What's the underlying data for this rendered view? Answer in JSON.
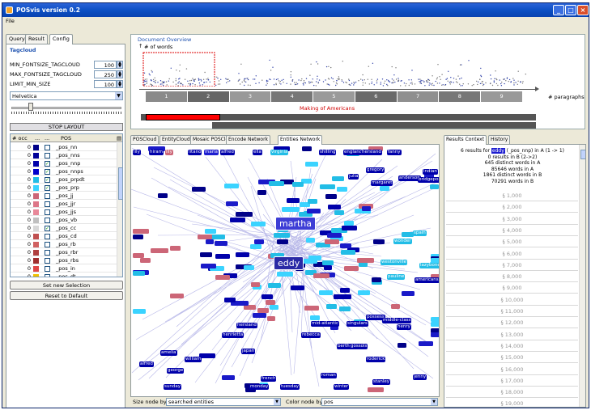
{
  "window": {
    "title": "POSvis version 0.2",
    "menu_file": "File"
  },
  "left": {
    "tabs": [
      "Query",
      "Result",
      "Config"
    ],
    "tagcloud_title": "Tagcloud",
    "settings": [
      {
        "label": "MIN_FONTSIZE_TAGCLOUD",
        "value": "100"
      },
      {
        "label": "MAX_FONTSIZE_TAGCLOUD",
        "value": "250"
      },
      {
        "label": "LIMIT_MIN_SIZE",
        "value": "100"
      }
    ],
    "font": "Helvetica",
    "stop_layout": "STOP LAYOUT",
    "columns": [
      "# occ",
      "...",
      "...",
      "POS",
      "▤"
    ],
    "rows": [
      {
        "occ": "0",
        "color": "#000088",
        "checked": false,
        "pos": "_pos_nn"
      },
      {
        "occ": "0",
        "color": "#000099",
        "checked": false,
        "pos": "_pos_nns"
      },
      {
        "occ": "0",
        "color": "#0000aa",
        "checked": true,
        "pos": "_pos_nnp"
      },
      {
        "occ": "0",
        "color": "#0000cc",
        "checked": true,
        "pos": "_pos_nnps"
      },
      {
        "occ": "0",
        "color": "#22bde6",
        "checked": true,
        "pos": "_pos_prpdt"
      },
      {
        "occ": "0",
        "color": "#3ad3ff",
        "checked": true,
        "pos": "_pos_prp"
      },
      {
        "occ": "0",
        "color": "#cc6677",
        "checked": false,
        "pos": "_pos_jj"
      },
      {
        "occ": "0",
        "color": "#dd7788",
        "checked": false,
        "pos": "_pos_jjr"
      },
      {
        "occ": "0",
        "color": "#e88899",
        "checked": false,
        "pos": "_pos_jjs"
      },
      {
        "occ": "0",
        "color": "#c0c0c0",
        "checked": false,
        "pos": "_pos_vb"
      },
      {
        "occ": "0",
        "color": "#d8d8d8",
        "checked": true,
        "pos": "_pos_cc"
      },
      {
        "occ": "0",
        "color": "#c05050",
        "checked": false,
        "pos": "_pos_cd"
      },
      {
        "occ": "0",
        "color": "#d06060",
        "checked": false,
        "pos": "_pos_rb"
      },
      {
        "occ": "0",
        "color": "#b04040",
        "checked": false,
        "pos": "_pos_rbr"
      },
      {
        "occ": "0",
        "color": "#a03030",
        "checked": false,
        "pos": "_pos_rbs"
      },
      {
        "occ": "0",
        "color": "#e04848",
        "checked": false,
        "pos": "_pos_in"
      },
      {
        "occ": "0",
        "color": "#f0c000",
        "checked": false,
        "pos": "_pos_dt"
      }
    ],
    "set_new_selection": "Set new Selection",
    "reset_default": "Reset to Default"
  },
  "overview": {
    "title": "Document Overview",
    "y_label": "# of words",
    "x_label": "# paragraphs",
    "book_title": "Making of Americans",
    "segments": [
      "1",
      "2",
      "3",
      "4",
      "5",
      "6",
      "7",
      "8",
      "9"
    ]
  },
  "center": {
    "tabs": [
      "POSCloud",
      "EntityCloud",
      "Mosaic POSCloud",
      "Encode Network",
      "Entities Network"
    ],
    "active_tab": 4,
    "size_label": "Size node by:",
    "size_value": "searched entities",
    "color_label": "Color node by:",
    "color_value": "pos",
    "labels": [
      {
        "t": "martha",
        "c": "#3e3ed6",
        "big": true
      },
      {
        "t": "eddy",
        "c": "#2a2aa6",
        "big": true
      },
      {
        "t": "lily",
        "c": "#0000aa"
      },
      {
        "t": "hiram",
        "c": "#0000aa"
      },
      {
        "t": "lily",
        "c": "#cc6677"
      },
      {
        "t": "litano",
        "c": "#0000aa"
      },
      {
        "t": "maria",
        "c": "#1d1dd0"
      },
      {
        "t": "alfred",
        "c": "#0000aa"
      },
      {
        "t": "ella",
        "c": "#0000aa"
      },
      {
        "t": "virginia",
        "c": "#22bde6"
      },
      {
        "t": "shilling",
        "c": "#0000aa"
      },
      {
        "t": "england",
        "c": "#0000aa"
      },
      {
        "t": "hersland",
        "c": "#0000aa"
      },
      {
        "t": "fanny",
        "c": "#0000aa"
      },
      {
        "t": "gregory",
        "c": "#0000aa"
      },
      {
        "t": "julia",
        "c": "#0000aa"
      },
      {
        "t": "indian",
        "c": "#0000aa"
      },
      {
        "t": "anderson",
        "c": "#0000aa"
      },
      {
        "t": "margaret",
        "c": "#0000aa"
      },
      {
        "t": "bridgepoint",
        "c": "#0000aa"
      },
      {
        "t": "americans",
        "c": "#0000aa"
      },
      {
        "t": "possess",
        "c": "#0000aa"
      },
      {
        "t": "middle-class",
        "c": "#0000aa"
      },
      {
        "t": "henry",
        "c": "#0000aa"
      },
      {
        "t": "singulars",
        "c": "#0000aa"
      },
      {
        "t": "mid-atlantic",
        "c": "#0000aa"
      },
      {
        "t": "rebecca",
        "c": "#0000aa"
      },
      {
        "t": "hersland",
        "c": "#0000aa"
      },
      {
        "t": "amelia",
        "c": "#0000aa"
      },
      {
        "t": "alfred",
        "c": "#0000aa"
      },
      {
        "t": "william",
        "c": "#0000aa"
      },
      {
        "t": "henrietta",
        "c": "#0000aa"
      },
      {
        "t": "japan",
        "c": "#0000aa"
      },
      {
        "t": "french",
        "c": "#0000aa"
      },
      {
        "t": "roman",
        "c": "#0000aa"
      },
      {
        "t": "stanley",
        "c": "#0000aa"
      },
      {
        "t": "jenny",
        "c": "#0000aa"
      },
      {
        "t": "sunday",
        "c": "#0000aa"
      },
      {
        "t": "monday",
        "c": "#0000aa"
      },
      {
        "t": "tuesday",
        "c": "#0000aa"
      },
      {
        "t": "winter",
        "c": "#0000aa"
      },
      {
        "t": "roderick",
        "c": "#0000aa"
      },
      {
        "t": "bertha",
        "c": "#0000aa"
      },
      {
        "t": "george",
        "c": "#0000aa"
      },
      {
        "t": "pauline",
        "c": "#22bde6"
      },
      {
        "t": "westonville",
        "c": "#22bde6"
      },
      {
        "t": "wonder",
        "c": "#22bde6"
      },
      {
        "t": "spain",
        "c": "#22bde6"
      },
      {
        "t": "gossols",
        "c": "#0000aa"
      },
      {
        "t": "lazybone",
        "c": "#22bde6"
      }
    ]
  },
  "results": {
    "tabs": [
      "Results Context",
      "History"
    ],
    "summary": [
      {
        "pre": "6 results for ",
        "hl": "eddy",
        "post": " (_pos_nnp) in A (1 -> 1)"
      },
      {
        "pre": "",
        "hl": "",
        "post": "0 results in B (2->2)"
      },
      {
        "pre": "",
        "hl": "",
        "post": "645 distinct words in A"
      },
      {
        "pre": "",
        "hl": "",
        "post": "85646 words in A"
      },
      {
        "pre": "",
        "hl": "",
        "post": "1861 distinct words in B"
      },
      {
        "pre": "",
        "hl": "",
        "post": "70291 words in B"
      }
    ],
    "lines": [
      "§ 1,000",
      "§ 2,000",
      "§ 3,000",
      "§ 4,000",
      "§ 5,000",
      "§ 6,000",
      "§ 7,000",
      "§ 8,000",
      "§ 9,000",
      "§ 10,000",
      "§ 11,000",
      "§ 12,000",
      "§ 13,000",
      "§ 14,000",
      "§ 15,000",
      "§ 16,000",
      "§ 17,000",
      "§ 18,000",
      "§ 19,000"
    ]
  }
}
